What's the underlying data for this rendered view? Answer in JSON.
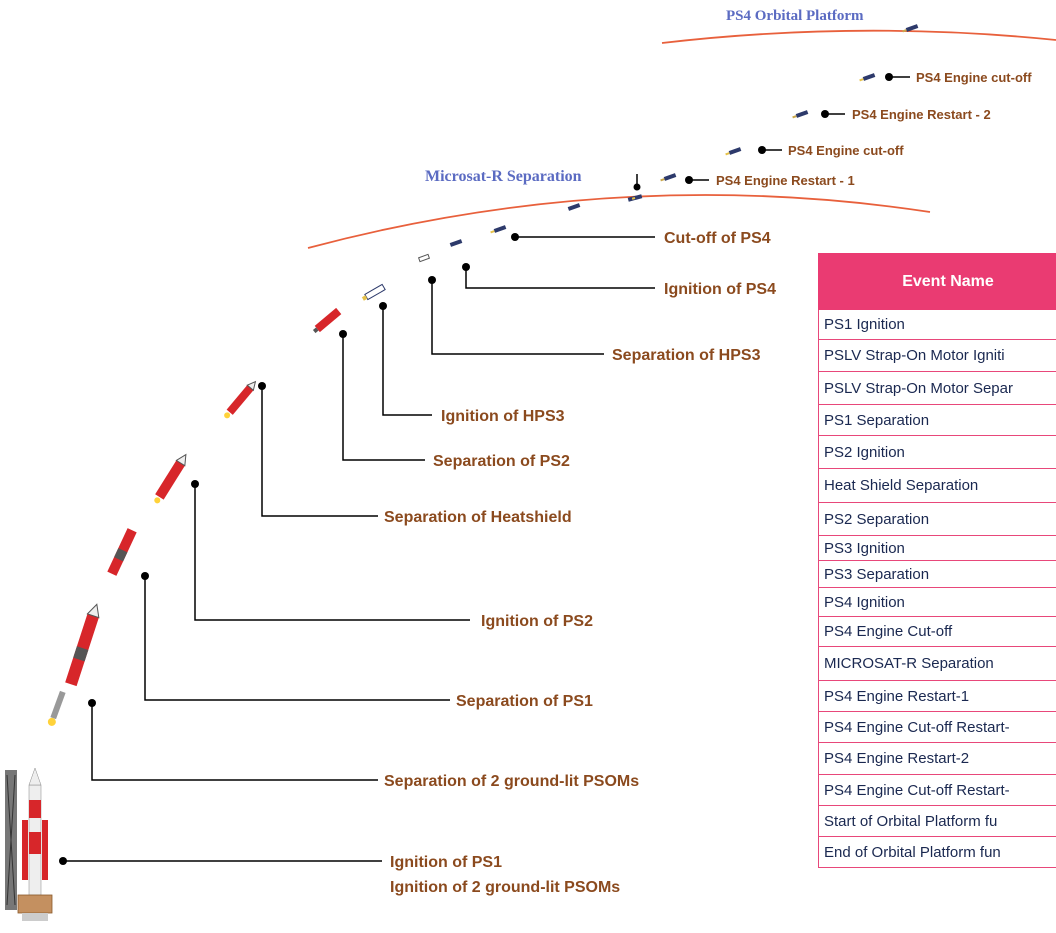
{
  "orbit_labels": {
    "platform": "PS4 Orbital Platform",
    "microsat": "Microsat-R Separation"
  },
  "upper_events": [
    "PS4 Engine cut-off",
    "PS4 Engine Restart - 2",
    "PS4 Engine cut-off",
    "PS4 Engine Restart - 1"
  ],
  "events": [
    "Cut-off of PS4",
    "Ignition of PS4",
    "Separation of HPS3",
    "Ignition of HPS3",
    "Separation of PS2",
    "Separation of Heatshield",
    "Ignition of PS2",
    "Separation of PS1",
    "Separation of 2 ground-lit PSOMs",
    "Ignition of PS1",
    "Ignition of 2 ground-lit PSOMs"
  ],
  "table": {
    "header": "Event Name",
    "rows": [
      "PS1 Ignition",
      "PSLV Strap-On Motor Igniti",
      "PSLV Strap-On Motor Separ",
      "PS1 Separation",
      "PS2 Ignition",
      "Heat Shield Separation",
      "PS2 Separation",
      "PS3 Ignition",
      "PS3 Separation",
      "PS4 Ignition",
      "PS4 Engine Cut-off",
      "MICROSAT-R Separation",
      "PS4 Engine Restart-1",
      "PS4 Engine Cut-off Restart-",
      "PS4 Engine Restart-2",
      "PS4 Engine Cut-off Restart-",
      "Start of Orbital Platform fu",
      "End of Orbital Platform fun"
    ]
  },
  "colors": {
    "orbit_line": "#e8603c",
    "event_text": "#8b4a1e",
    "blue_label": "#5b6bc2",
    "table_header_bg": "#ea3b72",
    "table_border": "#e8477a",
    "table_text": "#1a2850",
    "rocket_red": "#d7262a"
  }
}
